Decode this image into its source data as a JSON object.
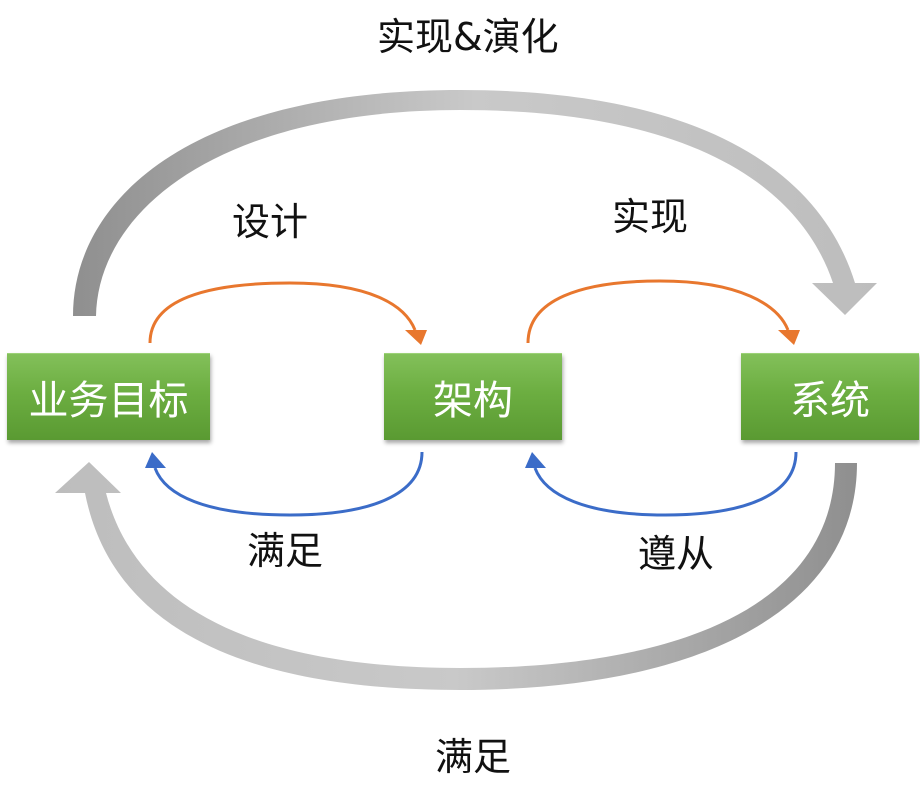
{
  "nodes": {
    "business_goal": "业务目标",
    "architecture": "架构",
    "system": "系统"
  },
  "labels": {
    "top": "实现&演化",
    "design": "设计",
    "implement": "实现",
    "satisfy_inner": "满足",
    "comply": "遵从",
    "bottom": "满足"
  },
  "colors": {
    "node_fill": "#6cae41",
    "orange_arrow": "#e8772e",
    "blue_arrow": "#3b6cc8",
    "gray_arrow": "#b5b5b5"
  },
  "icons": {
    "big_arrow": "curved-block-arrow",
    "small_arrow": "curved-line-arrow"
  }
}
